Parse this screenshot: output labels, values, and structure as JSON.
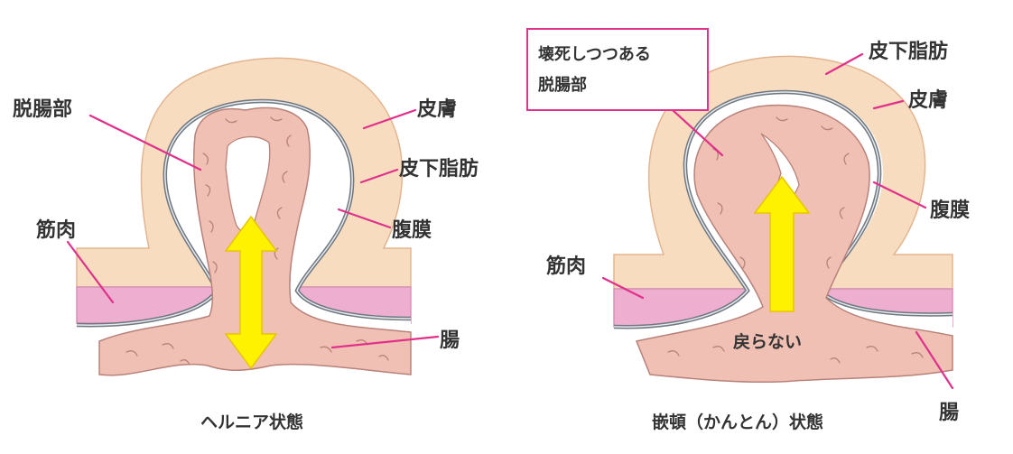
{
  "colors": {
    "skin": "#f8dcc0",
    "skin_edge": "#e2b591",
    "muscle": "#eeaed0",
    "peritoneum": "#6f7780",
    "intestine": "#f0c0b4",
    "intestine_line": "#b8827a",
    "leader": "#e0308a",
    "arrow": "#fff200",
    "arrow_edge": "#e8c400",
    "text": "#333333"
  },
  "left_diagram": {
    "caption": "ヘルニア状態",
    "labels": {
      "prolapsed_intestine": "脱腸部",
      "skin": "皮膚",
      "subcutaneous_fat": "皮下脂肪",
      "muscle": "筋肉",
      "peritoneum": "腹膜",
      "intestine": "腸"
    },
    "arrow": {
      "direction": "both",
      "icon": "double-arrow-icon"
    }
  },
  "right_diagram": {
    "caption": "嵌頓（かんとん）状態",
    "labels": {
      "necrotic_box_line1": "壊死しつつある",
      "necrotic_box_line2": "脱腸部",
      "subcutaneous_fat": "皮下脂肪",
      "skin": "皮膚",
      "peritoneum": "腹膜",
      "muscle": "筋肉",
      "intestine": "腸",
      "no_return": "戻らない"
    },
    "arrow": {
      "direction": "up",
      "icon": "up-arrow-icon"
    }
  }
}
